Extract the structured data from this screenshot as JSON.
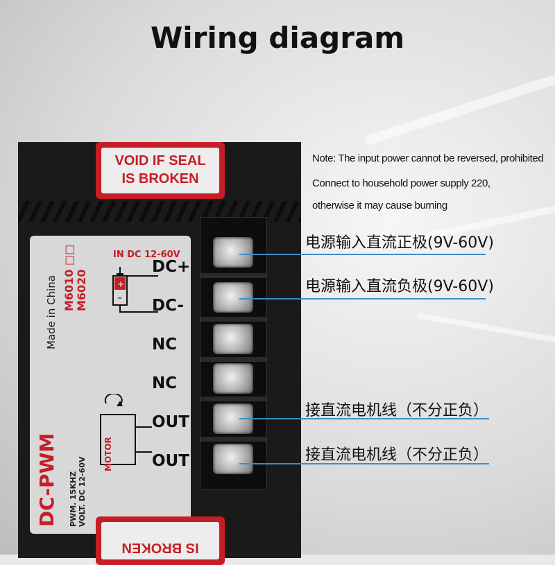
{
  "title": "Wiring diagram",
  "seal": {
    "top_line1": "VOID IF SEAL",
    "top_line2": "IS BROKEN",
    "bottom_line": "IS BROKEN"
  },
  "panel": {
    "made_in": "Made in China",
    "model1": "M6010",
    "model2": "M6020",
    "model_box": "□□",
    "input_rating": "IN DC 12-60V",
    "brand": "DC-PWM",
    "spec1": "PWM. 15KHZ",
    "spec2": "VOLT. DC 12-60V",
    "motor_label": "MOTOR",
    "terminals": [
      "DC+",
      "DC-",
      "NC",
      "NC",
      "OUT",
      "OUT"
    ]
  },
  "notes": {
    "line1": "Note: The input power cannot be reversed, prohibited",
    "line2": "Connect to household power supply 220,",
    "line3": "otherwise it may cause burning"
  },
  "callouts": {
    "dc_plus": "电源输入直流正极(9V-60V)",
    "dc_minus": "电源输入直流负极(9V-60V)",
    "out1": "接直流电机线（不分正负）",
    "out2": "接直流电机线（不分正负）"
  },
  "colors": {
    "seal_red": "#c51e26",
    "wire_blue": "#3b8ec5",
    "panel_grey": "#d8d8d8"
  }
}
